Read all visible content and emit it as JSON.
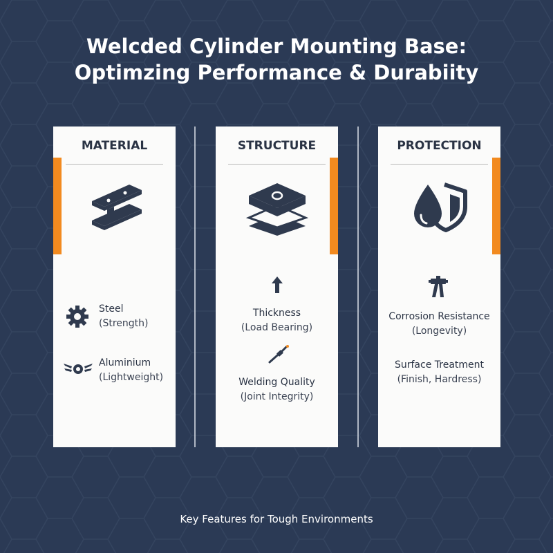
{
  "page": {
    "title_line1": "Welcded Cylinder Mounting Base:",
    "title_line2": "Optimzing Performance & Durabiity",
    "footer": "Key Features for Tough Environments"
  },
  "colors": {
    "background": "#2b3a55",
    "card": "#fbfbfa",
    "accent": "#f28a1f",
    "ink": "#2a3344"
  },
  "cards": [
    {
      "heading": "MATERIAL",
      "main_icon": "i-beam-icon",
      "items": [
        {
          "icon": "gear-icon",
          "label": "Steel",
          "sub": "(Strength)"
        },
        {
          "icon": "winged-emblem-icon",
          "label": "Aluminium",
          "sub": "(Lightweight)"
        }
      ]
    },
    {
      "heading": "STRUCTURE",
      "main_icon": "stacked-plates-icon",
      "items": [
        {
          "icon": "arrow-up-icon",
          "label": "Thickness",
          "sub": "(Load Bearing)"
        },
        {
          "icon": "welding-torch-icon",
          "label": "Welding Quality",
          "sub": "(Joint Integrity)"
        }
      ]
    },
    {
      "heading": "PROTECTION",
      "main_icon": "droplet-shield-icon",
      "items": [
        {
          "icon": "spray-gun-icon",
          "label": "Corrosion Resistance",
          "sub": "(Longevity)"
        },
        {
          "icon": "",
          "label": "Surface Treatment",
          "sub": "(Finish, Hardress)"
        }
      ]
    }
  ]
}
